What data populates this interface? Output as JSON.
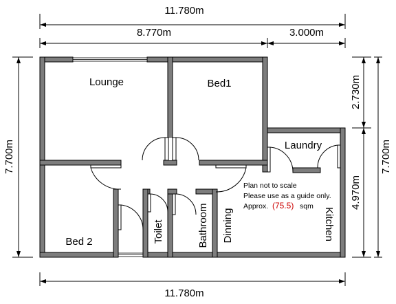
{
  "dimensions": {
    "top_total": "11.780m",
    "top_left": "8.770m",
    "top_right": "3.000m",
    "left_height": "7.700m",
    "right_upper": "2.730m",
    "right_lower": "4.970m",
    "right_total": "7.700m",
    "bottom_total": "11.780m"
  },
  "rooms": {
    "lounge": "Lounge",
    "bed1": "Bed1",
    "laundry": "Laundry",
    "bed2": "Bed 2",
    "toilet": "Toilet",
    "bathroom": "Bathroom",
    "dinning": "Dinning",
    "kitchen": "Kitchen"
  },
  "notes": {
    "line1": "Plan not to scale",
    "line2": "Please use as a guide only.",
    "approx_label": "Approx.",
    "area_value": "(75.5)",
    "area_unit": "sqm"
  },
  "colors": {
    "wall_fill": "#7d7d7d",
    "area_highlight": "#cc0000"
  }
}
